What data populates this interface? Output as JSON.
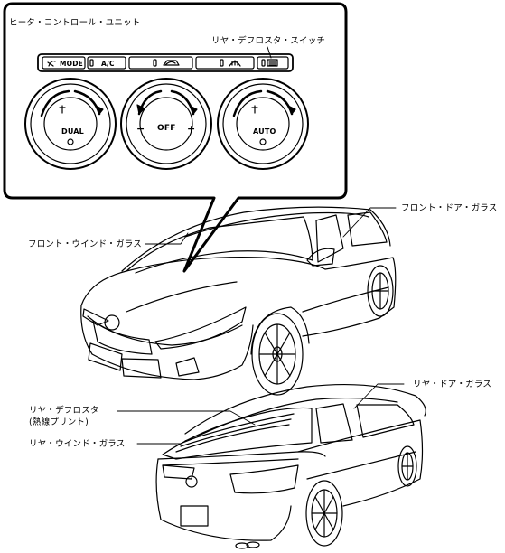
{
  "callout": {
    "title": "ヒータ・コントロール・ユニット",
    "switch_label": "リヤ・デフロスタ・スイッチ"
  },
  "panel": {
    "mode_label": "MODE",
    "ac_label": "A/C"
  },
  "knobs": {
    "left": "DUAL",
    "center": "OFF",
    "center_minus": "−",
    "center_plus": "+",
    "right": "AUTO"
  },
  "front_view": {
    "windshield": "フロント・ウインド・ガラス",
    "door_glass": "フロント・ドア・ガラス"
  },
  "rear_view": {
    "rear_door_glass": "リヤ・ドア・ガラス",
    "defroster_line1": "リヤ・デフロスタ",
    "defroster_line2": "(熱線プリント)",
    "rear_window": "リヤ・ウインド・ガラス"
  }
}
